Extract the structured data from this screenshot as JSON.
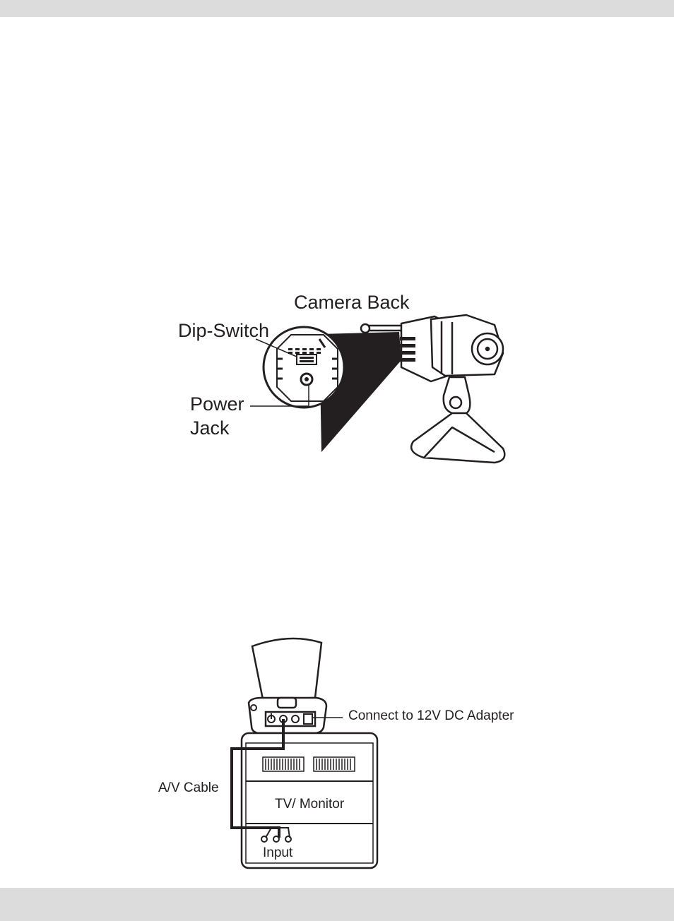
{
  "figure1": {
    "camera_back_label": "Camera Back",
    "dip_switch_label": "Dip-Switch",
    "power_label": "Power",
    "jack_label": "Jack"
  },
  "figure2": {
    "adapter_label": "Connect to 12V DC Adapter",
    "av_cable_label": "A/V Cable",
    "tv_label": "TV/ Monitor",
    "input_label": "Input"
  }
}
